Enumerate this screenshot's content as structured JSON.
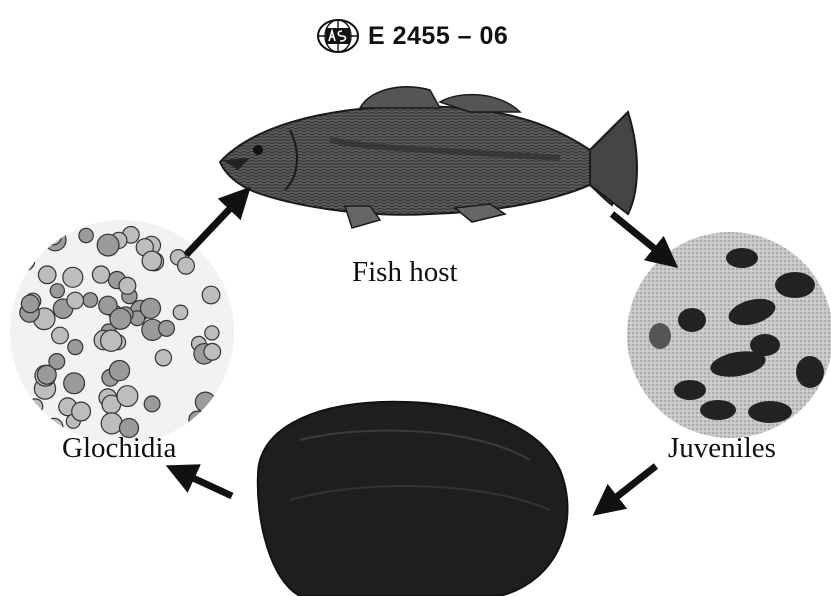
{
  "header": {
    "logo_icon": "astm-logo-icon",
    "standard_code": "E 2455 – 06"
  },
  "stages": {
    "fish_host": "Fish host",
    "glochidia": "Glochidia",
    "juveniles": "Juveniles"
  },
  "colors": {
    "ink": "#111111",
    "shell": "#1e1e1e",
    "juvenile_bg": "#b9b9b9"
  }
}
